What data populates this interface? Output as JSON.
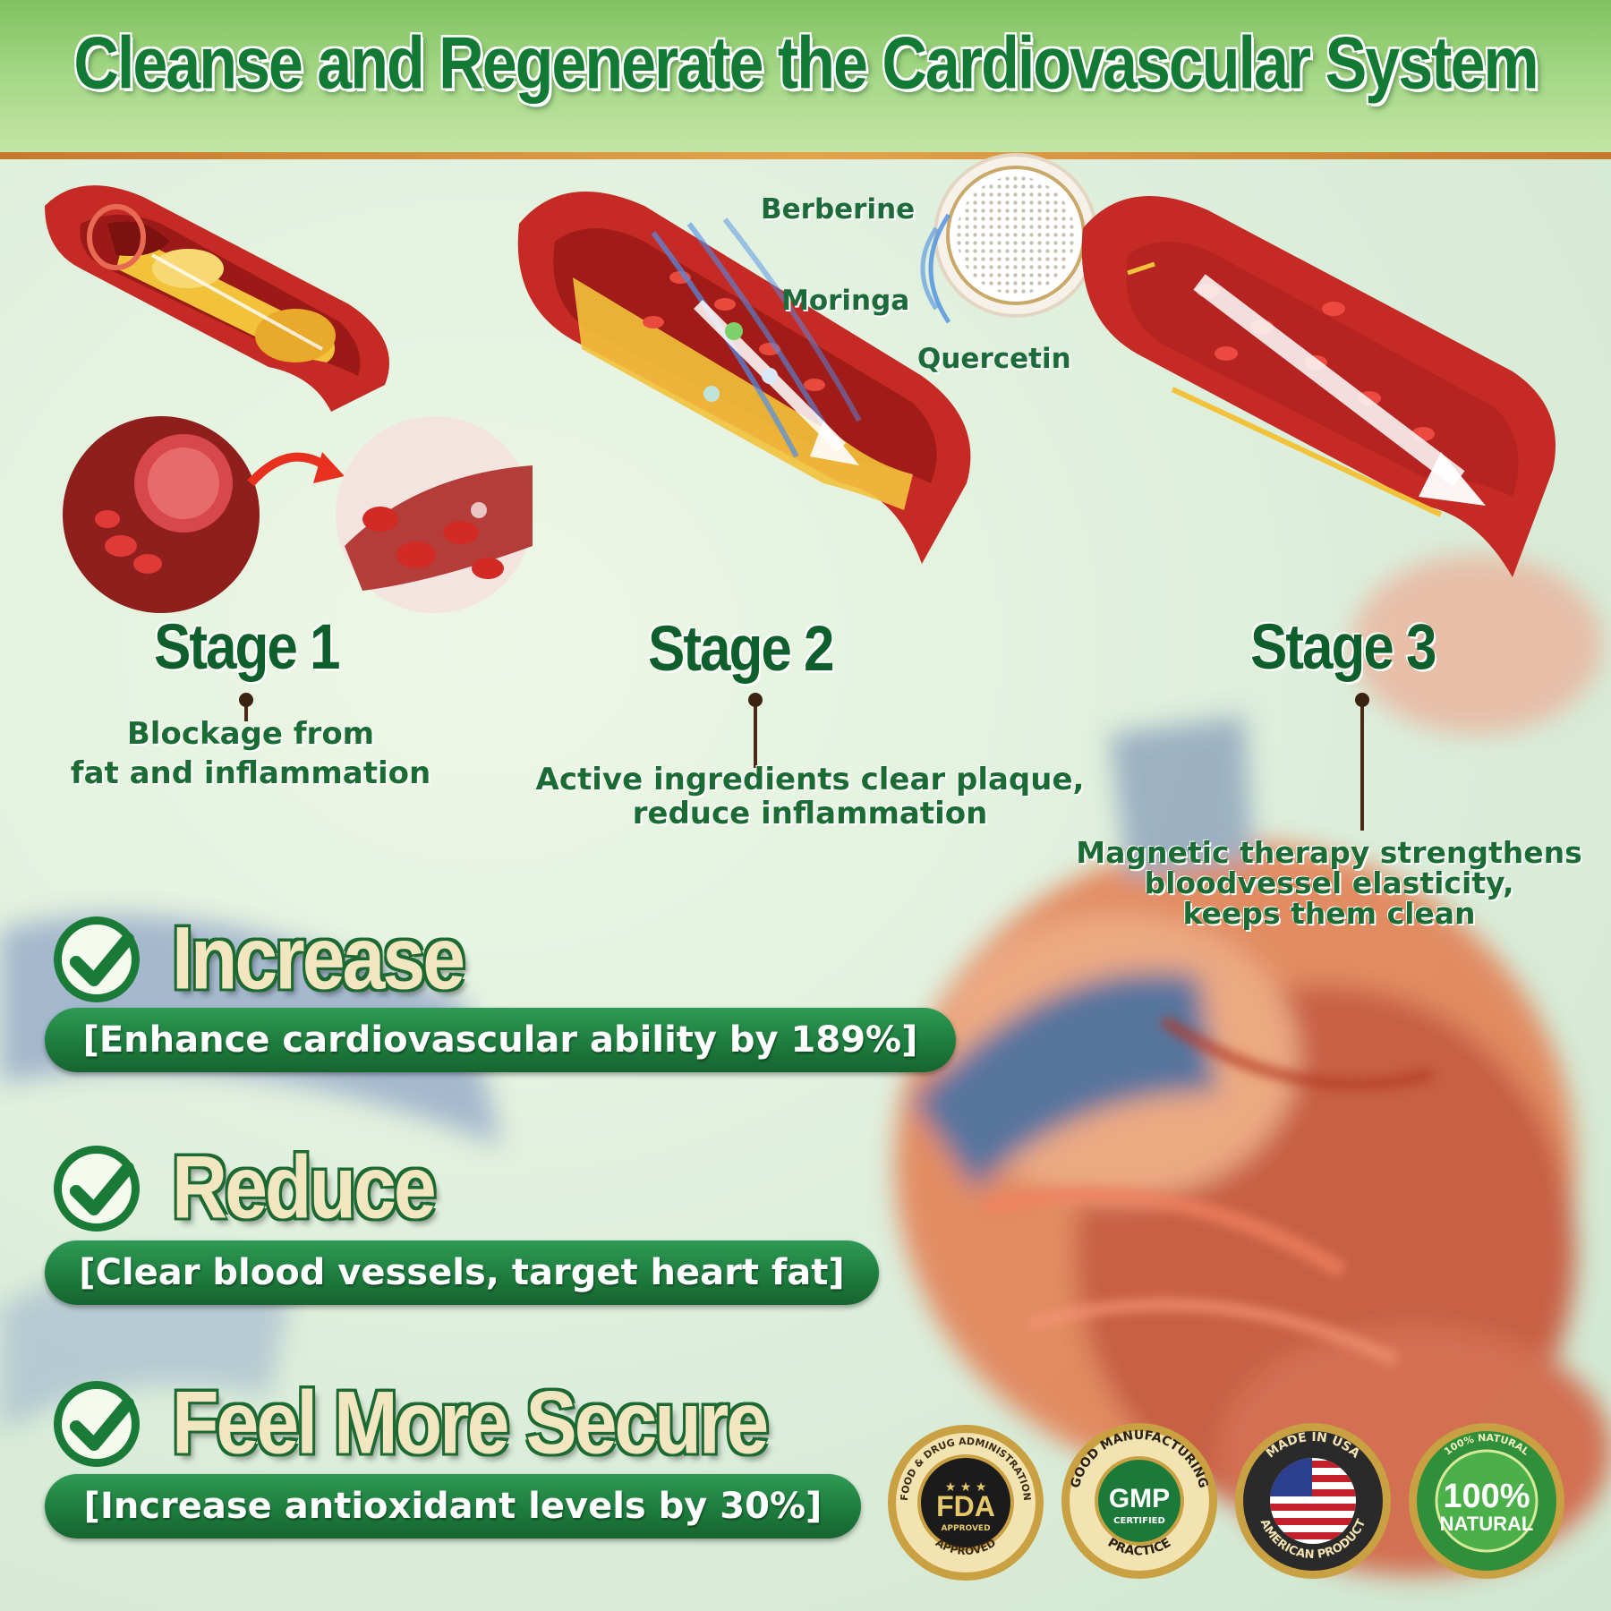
{
  "title": "Cleanse and Regenerate the Cardiovascular System",
  "ingredients": [
    "Berberine",
    "Moringa",
    "Quercetin"
  ],
  "stages": [
    {
      "title": "Stage 1",
      "desc_lines": [
        "Blockage from",
        "fat and inflammation"
      ]
    },
    {
      "title": "Stage 2",
      "desc_lines": [
        "Active ingredients clear plaque,",
        "reduce inflammation"
      ]
    },
    {
      "title": "Stage 3",
      "desc_lines": [
        "Magnetic therapy strengthens",
        "bloodvessel elasticity,",
        "keeps them clean"
      ]
    }
  ],
  "benefits": [
    {
      "heading": "Increase",
      "detail": "[Enhance cardiovascular ability by 189%]"
    },
    {
      "heading": "Reduce",
      "detail": "[Clear blood vessels, target heart fat]"
    },
    {
      "heading": "Feel More Secure",
      "detail": "[Increase antioxidant levels by 30%]"
    }
  ],
  "badges": [
    {
      "name": "fda",
      "ring_text": "FOOD & DRUG ADMINISTRATION",
      "center": "FDA",
      "sub": "APPROVED",
      "bottom": "APPROVED",
      "stars": "★ ★ ★"
    },
    {
      "name": "gmp",
      "ring_top": "GOOD MANUFACTURING",
      "ring_bottom": "PRACTICE",
      "center": "GMP",
      "sub": "CERTIFIED"
    },
    {
      "name": "usa",
      "ring_top": "MADE IN USA",
      "ring_bottom": "AMERICAN PRODUCT"
    },
    {
      "name": "natural",
      "ring_text": "100% NATURAL",
      "center": "100%",
      "sub": "NATURAL"
    }
  ],
  "colors": {
    "brand_green": "#137a36",
    "header_green": "#7fc25f",
    "blood_red": "#c62a24",
    "fat_yellow": "#f2c23b",
    "gold": "#c9a042"
  }
}
